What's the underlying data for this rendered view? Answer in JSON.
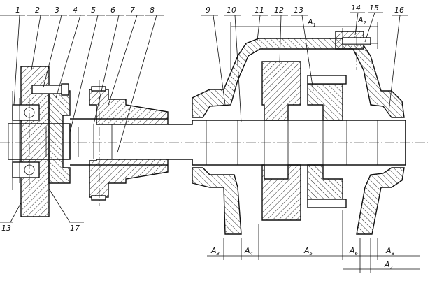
{
  "callouts": [
    {
      "id": "c1",
      "label": "1"
    },
    {
      "id": "c2",
      "label": "2"
    },
    {
      "id": "c3",
      "label": "3"
    },
    {
      "id": "c4",
      "label": "4"
    },
    {
      "id": "c5",
      "label": "5"
    },
    {
      "id": "c6",
      "label": "6"
    },
    {
      "id": "c7",
      "label": "7"
    },
    {
      "id": "c8",
      "label": "8"
    },
    {
      "id": "c9",
      "label": "9"
    },
    {
      "id": "c10",
      "label": "10"
    },
    {
      "id": "c11",
      "label": "11"
    },
    {
      "id": "c12",
      "label": "12"
    },
    {
      "id": "c13",
      "label": "13"
    },
    {
      "id": "c14",
      "label": "14"
    },
    {
      "id": "c15",
      "label": "15"
    },
    {
      "id": "c16",
      "label": "16"
    },
    {
      "id": "c13b",
      "label": "13"
    },
    {
      "id": "c17",
      "label": "17"
    }
  ],
  "dimensions": [
    {
      "id": "a1",
      "main": "A",
      "sub": "1"
    },
    {
      "id": "a2",
      "main": "A",
      "sub": "2"
    },
    {
      "id": "a3",
      "main": "A",
      "sub": "3"
    },
    {
      "id": "a4",
      "main": "A",
      "sub": "4"
    },
    {
      "id": "a5",
      "main": "A",
      "sub": "5"
    },
    {
      "id": "a6",
      "main": "A",
      "sub": "6"
    },
    {
      "id": "a7",
      "main": "A",
      "sub": "7"
    },
    {
      "id": "a8",
      "main": "A",
      "sub": "8"
    }
  ]
}
